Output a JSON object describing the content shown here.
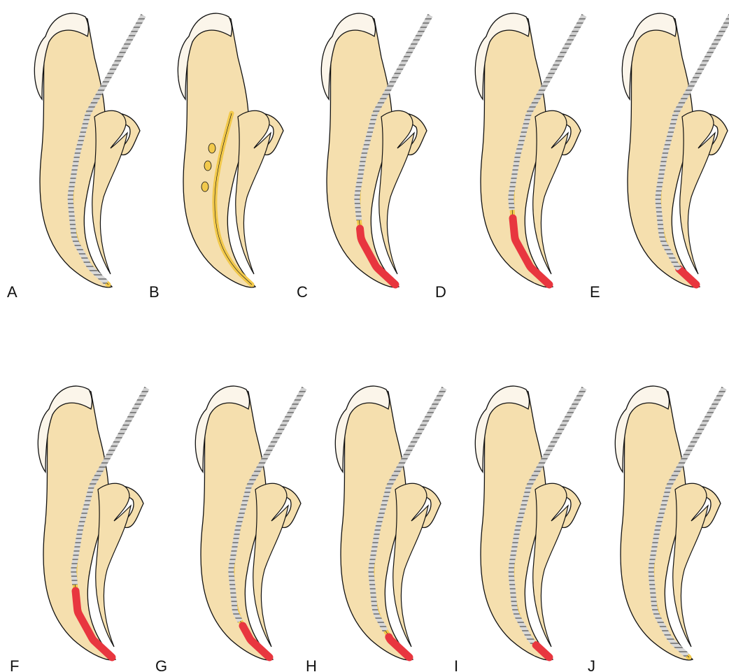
{
  "figure": {
    "panels": [
      {
        "label": "A",
        "obturation_fraction": 0,
        "file_depth": 1.0,
        "file": true
      },
      {
        "label": "B",
        "obturation_fraction": 0,
        "file_depth": 0,
        "file": false
      },
      {
        "label": "C",
        "obturation_fraction": 0.45,
        "file_depth": 0.52,
        "file": true
      },
      {
        "label": "D",
        "obturation_fraction": 0.5,
        "file_depth": 0.47,
        "file": true
      },
      {
        "label": "E",
        "obturation_fraction": 0.18,
        "file_depth": 0.84,
        "file": true
      },
      {
        "label": "F",
        "obturation_fraction": 0.5,
        "file_depth": 0.48,
        "file": true
      },
      {
        "label": "G",
        "obturation_fraction": 0.3,
        "file_depth": 0.68,
        "file": true
      },
      {
        "label": "H",
        "obturation_fraction": 0.22,
        "file_depth": 0.75,
        "file": true
      },
      {
        "label": "I",
        "obturation_fraction": 0.14,
        "file_depth": 0.85,
        "file": true
      },
      {
        "label": "J",
        "obturation_fraction": 0,
        "file_depth": 1.0,
        "file": true
      }
    ],
    "colors": {
      "tooth": "#f5dfae",
      "crown": "#fbf5ea",
      "root_edge": "#111111",
      "canal": "#f2c94c",
      "obturation": "#e8363f",
      "file": "#9a9a9a",
      "file_shaft": "#666666"
    }
  }
}
